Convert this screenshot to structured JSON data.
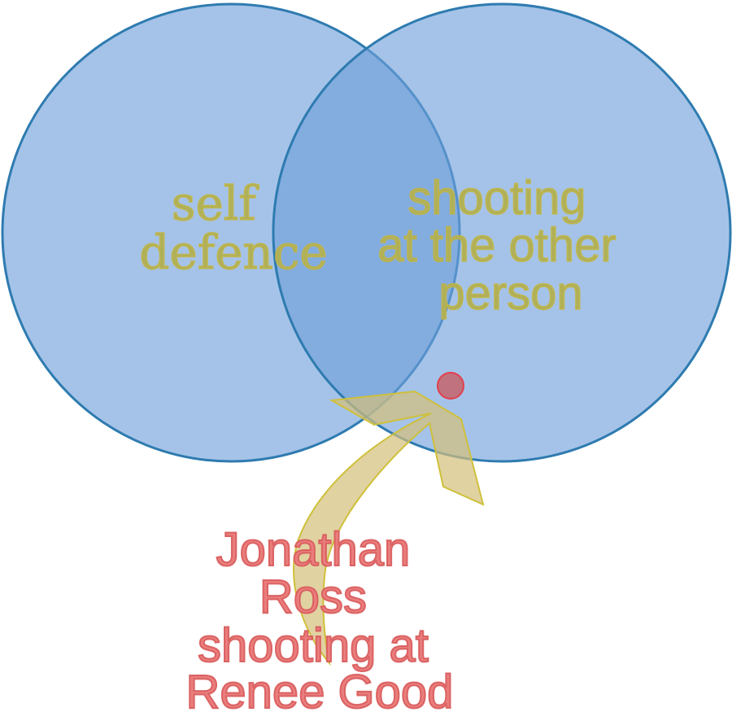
{
  "diagram": {
    "type": "venn",
    "sets": [
      {
        "label_lines": [
          "self",
          "defence"
        ]
      },
      {
        "label_lines": [
          "shooting",
          "at the other",
          "person"
        ]
      }
    ],
    "annotation": {
      "label_lines": [
        "Jonathan",
        "Ross",
        "shooting at",
        "Renee Good"
      ]
    }
  },
  "colors": {
    "circle_fill": "#6d9eda",
    "circle_stroke": "#2e7bb0",
    "set_label_fill": "#b0b05a",
    "set_label_stroke": "#c4b640",
    "arrow_fill": "#d4bf7a",
    "arrow_stroke": "#cfc03a",
    "marker_fill": "#c0727f",
    "marker_stroke": "#e2404e",
    "annotation_fill": "#ea7d7d",
    "annotation_stroke": "#d85a5a"
  }
}
